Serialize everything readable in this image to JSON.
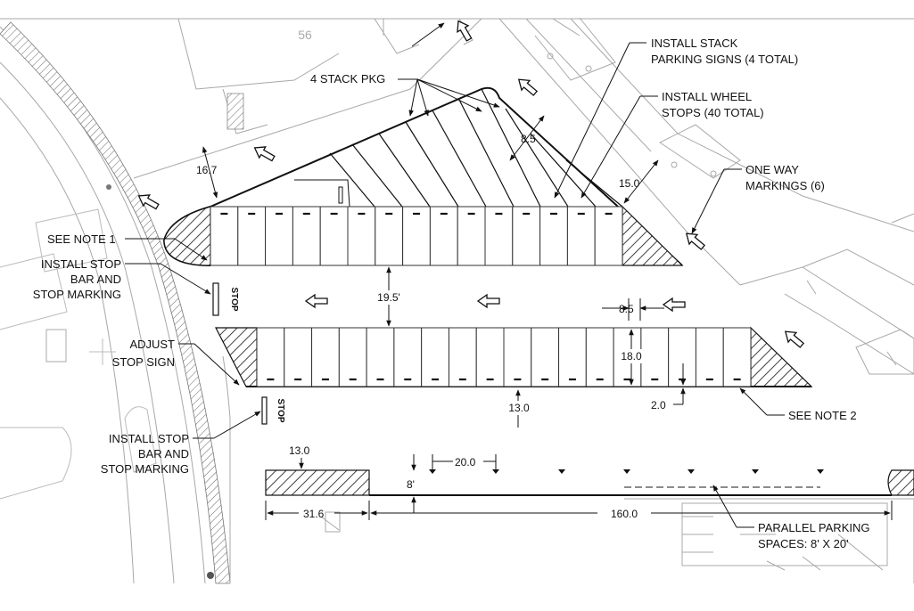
{
  "background_numbers": {
    "lot": "56"
  },
  "stop_signs": {
    "upper": "STOP",
    "lower": "STOP"
  },
  "labels": {
    "stack_pkg": "4 STACK PKG",
    "stack_signs_1": "INSTALL STACK",
    "stack_signs_2": "PARKING SIGNS (4 TOTAL)",
    "wheel_stops_1": "INSTALL WHEEL",
    "wheel_stops_2": "STOPS (40 TOTAL)",
    "one_way_1": "ONE WAY",
    "one_way_2": "MARKINGS (6)",
    "see_note_1": "SEE NOTE 1",
    "stop_bar_upper_1": "INSTALL STOP",
    "stop_bar_upper_2": "BAR AND",
    "stop_bar_upper_3": "STOP MARKING",
    "adjust_stop_1": "ADJUST",
    "adjust_stop_2": "STOP SIGN",
    "see_note_2": "SEE NOTE 2",
    "stop_bar_lower_1": "INSTALL STOP",
    "stop_bar_lower_2": "BAR AND",
    "stop_bar_lower_3": "STOP MARKING",
    "parallel_1": "PARALLEL PARKING",
    "parallel_2": "SPACES: 8' X 20'"
  },
  "dimensions": {
    "d_16_7": "16.7",
    "d_8_5_top": "8.5",
    "d_15_0": "15.0",
    "d_19_5": "19.5'",
    "d_8_5_mid": "8.5",
    "d_18_0": "18.0",
    "d_13_0_mid": "13.0",
    "d_2_0": "2.0",
    "d_13_0_low": "13.0",
    "d_20_0": "20.0",
    "d_8": "8'",
    "d_31_6": "31.6",
    "d_160_0": "160.0"
  }
}
